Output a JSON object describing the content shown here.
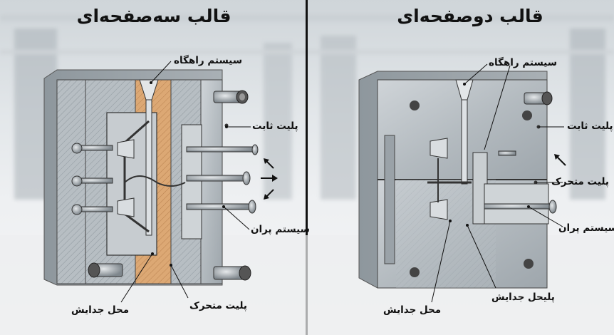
{
  "left_panel": {
    "title": "قالب سه‌صفحه‌ای",
    "labels": {
      "runner_system": "سیستم راهگاه",
      "fixed_plate": "پلیت ثابت",
      "ejector_system": "سیستم پران",
      "parting_line": "محل جدایش",
      "moving_plate": "پلیت متحرک"
    }
  },
  "right_panel": {
    "title": "قالب دوصفحه‌ای",
    "labels": {
      "runner_system": "سیستم راهگاه",
      "fixed_plate": "پلیت ثابت",
      "moving_plate": "پلیت متحرک",
      "ejector_system": "سیستم پران",
      "parting_line": "محل جدایش",
      "parting_surface": "پلیحل جدایش"
    }
  },
  "colors": {
    "steel": "#b9bfc4",
    "steel_dark": "#7d868c",
    "runner_orange": "#d9a36b",
    "divider": "#111111"
  }
}
